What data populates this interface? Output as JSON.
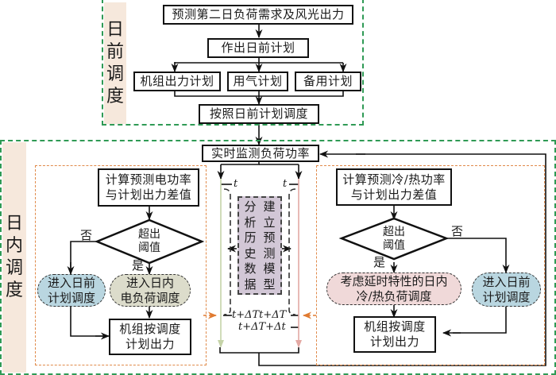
{
  "colors": {
    "region_border": "#2f9a55",
    "side_label_bg": "#f6e8dc",
    "sub_border": "#e08a4a",
    "blue_pill": "#b9d6e0",
    "green_pill": "#dcdccb",
    "pink_pill": "#f0d9d9",
    "purple_box": "#d2c7d6",
    "green_line": "#c5d3a8",
    "red_line": "#e3a8a3"
  },
  "day_ahead": {
    "label": [
      "日",
      "前",
      "调",
      "度"
    ],
    "forecast": "预测第二日负荷需求及风光出力",
    "make_plan": "作出日前计划",
    "plans": [
      "机组出力计划",
      "用气计划",
      "备用计划"
    ],
    "dispatch": "按照日前计划调度"
  },
  "intraday": {
    "label": [
      "日",
      "内",
      "调",
      "度"
    ],
    "monitor": "实时监测负荷功率",
    "electric": {
      "calc_line1": "计算预测电功率",
      "calc_line2": "与计划出力差值",
      "decision_line1": "超出",
      "decision_line2": "阈值",
      "no": "否",
      "yes": "是",
      "day_ahead_line1": "进入日前",
      "day_ahead_line2": "计划调度",
      "intraday_line1": "进入日内",
      "intraday_line2": "电负荷调度",
      "output_line1": "机组按调度",
      "output_line2": "计划出力"
    },
    "thermal": {
      "calc_line1": "计算预测冷/热功率",
      "calc_line2": "与计划出力差值",
      "decision_line1": "超出",
      "decision_line2": "阈值",
      "no": "否",
      "yes": "是",
      "intraday_line1": "考虑延时特性的日内",
      "intraday_line2": "冷/热负荷调度",
      "day_ahead_line1": "进入日前",
      "day_ahead_line2": "计划调度",
      "output_line1": "机组按调度",
      "output_line2": "计划出力"
    },
    "model": {
      "col1": [
        "分",
        "析",
        "历",
        "史",
        "数",
        "据"
      ],
      "col2": [
        "建",
        "立",
        "预",
        "测",
        "模",
        "型"
      ]
    },
    "time_labels": {
      "t_left": "t",
      "t_right": "t",
      "t_dT": "t+ΔTt+ΔT",
      "t_dT_dt": "t+ΔT+Δt"
    }
  }
}
